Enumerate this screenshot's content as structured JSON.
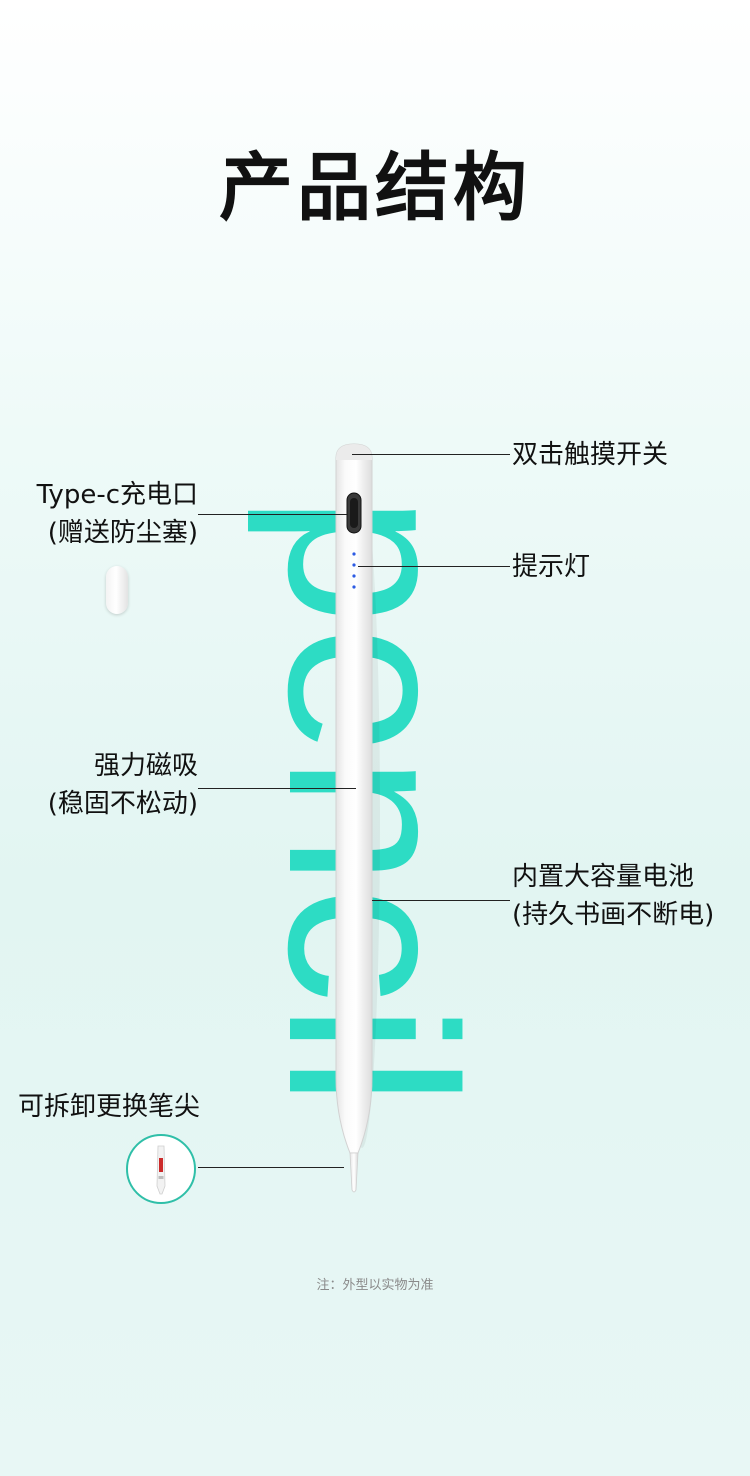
{
  "title": "产品结构",
  "watermark": {
    "text": "pencil",
    "color": "#2ddcc4"
  },
  "labels": {
    "double_tap": "双击触摸开关",
    "type_c_line1": "Type-c充电口",
    "type_c_line2": "(赠送防尘塞)",
    "indicator": "提示灯",
    "magnet_line1": "强力磁吸",
    "magnet_line2": "(稳固不松动)",
    "battery_line1": "内置大容量电池",
    "battery_line2": "(持久书画不断电)",
    "tip": "可拆卸更换笔尖"
  },
  "note": "注：外型以实物为准",
  "colors": {
    "accent": "#2ddcc4",
    "indicator_led": "#2d5be3",
    "tip_circle_border": "#2fbfa8"
  }
}
